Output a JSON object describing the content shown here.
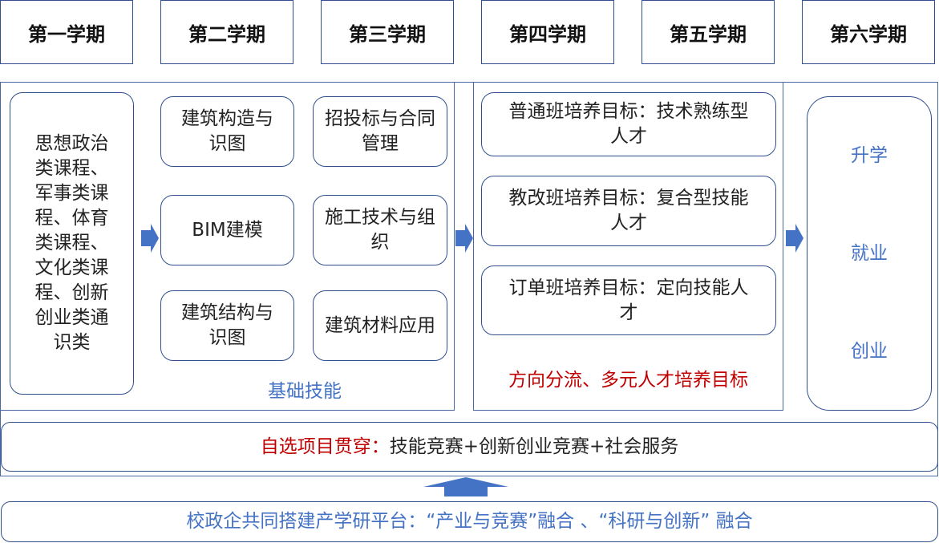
{
  "semesters": [
    "第一学期",
    "第二学期",
    "第三学期",
    "第四学期",
    "第五学期",
    "第六学期"
  ],
  "general_courses": "思想政治类课程、军事类课程、体育类课程、文化类课程、创新创业类通识类",
  "skill_courses": [
    "建筑构造与识图",
    "招投标与合同管理",
    "BIM建模",
    "施工技术与组织",
    "建筑结构与识图",
    "建筑材料应用"
  ],
  "skill_label": "基础技能",
  "goals": [
    "普通班培养目标：技术熟练型人才",
    "教改班培养目标：复合型技能人才",
    "订单班培养目标：定向技能人才"
  ],
  "goals_label": "方向分流、多元人才培养目标",
  "outcomes": [
    "升学",
    "就业",
    "创业"
  ],
  "project_row": {
    "label": "自选项目贯穿：",
    "content": "技能竞赛+创新创业竞赛+社会服务"
  },
  "platform": "校政企共同搭建产学研平台：“产业与竞赛”融合 、“科研与创新” 融合",
  "colors": {
    "border": "#2F4F8F",
    "arrow": "#4472C4",
    "blue_text": "#4472C4",
    "red_text": "#C00000"
  }
}
